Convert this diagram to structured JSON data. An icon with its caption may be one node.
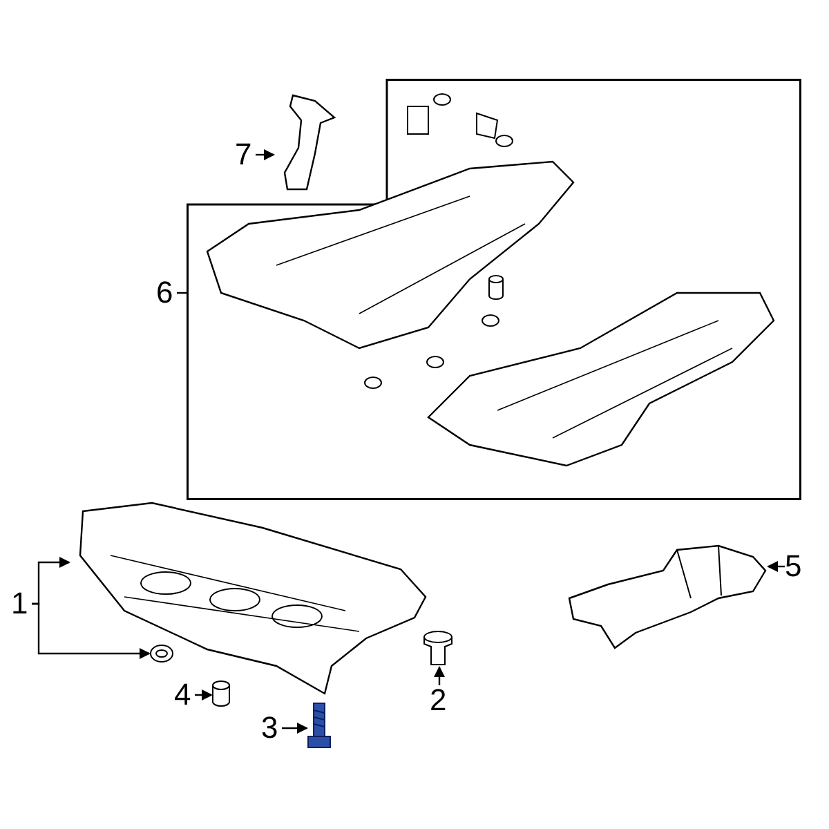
{
  "diagram": {
    "nodes": [
      {
        "text": [
          "1"
        ]
      },
      {
        "text": [],
        "shape": "picture"
      },
      {
        "text": [],
        "shape": "picture"
      },
      {
        "text": [
          "2"
        ]
      },
      {
        "text": [],
        "shape": "picture"
      },
      {
        "text": [
          "3"
        ]
      },
      {
        "text": [],
        "shape": "picture"
      },
      {
        "text": [
          "4"
        ]
      },
      {
        "text": [],
        "shape": "cylinder"
      },
      {
        "text": [
          "5"
        ]
      },
      {
        "text": [],
        "shape": "picture"
      },
      {
        "text": [
          "6"
        ]
      },
      {
        "text": [],
        "shape": "box"
      },
      {
        "text": [
          "7"
        ]
      },
      {
        "text": [],
        "shape": "picture"
      }
    ],
    "edges": [
      {
        "from": 0,
        "to": 1,
        "arrow": "to"
      },
      {
        "from": 0,
        "to": 2,
        "arrow": "to"
      },
      {
        "from": 3,
        "to": 4,
        "arrow": "to"
      },
      {
        "from": 5,
        "to": 6,
        "arrow": "to"
      },
      {
        "from": 7,
        "to": 8,
        "arrow": "to"
      },
      {
        "from": 9,
        "to": 10,
        "arrow": "to"
      },
      {
        "from": 11,
        "to": 12,
        "arrow": "none"
      },
      {
        "from": 13,
        "to": 14,
        "arrow": "to"
      }
    ]
  }
}
